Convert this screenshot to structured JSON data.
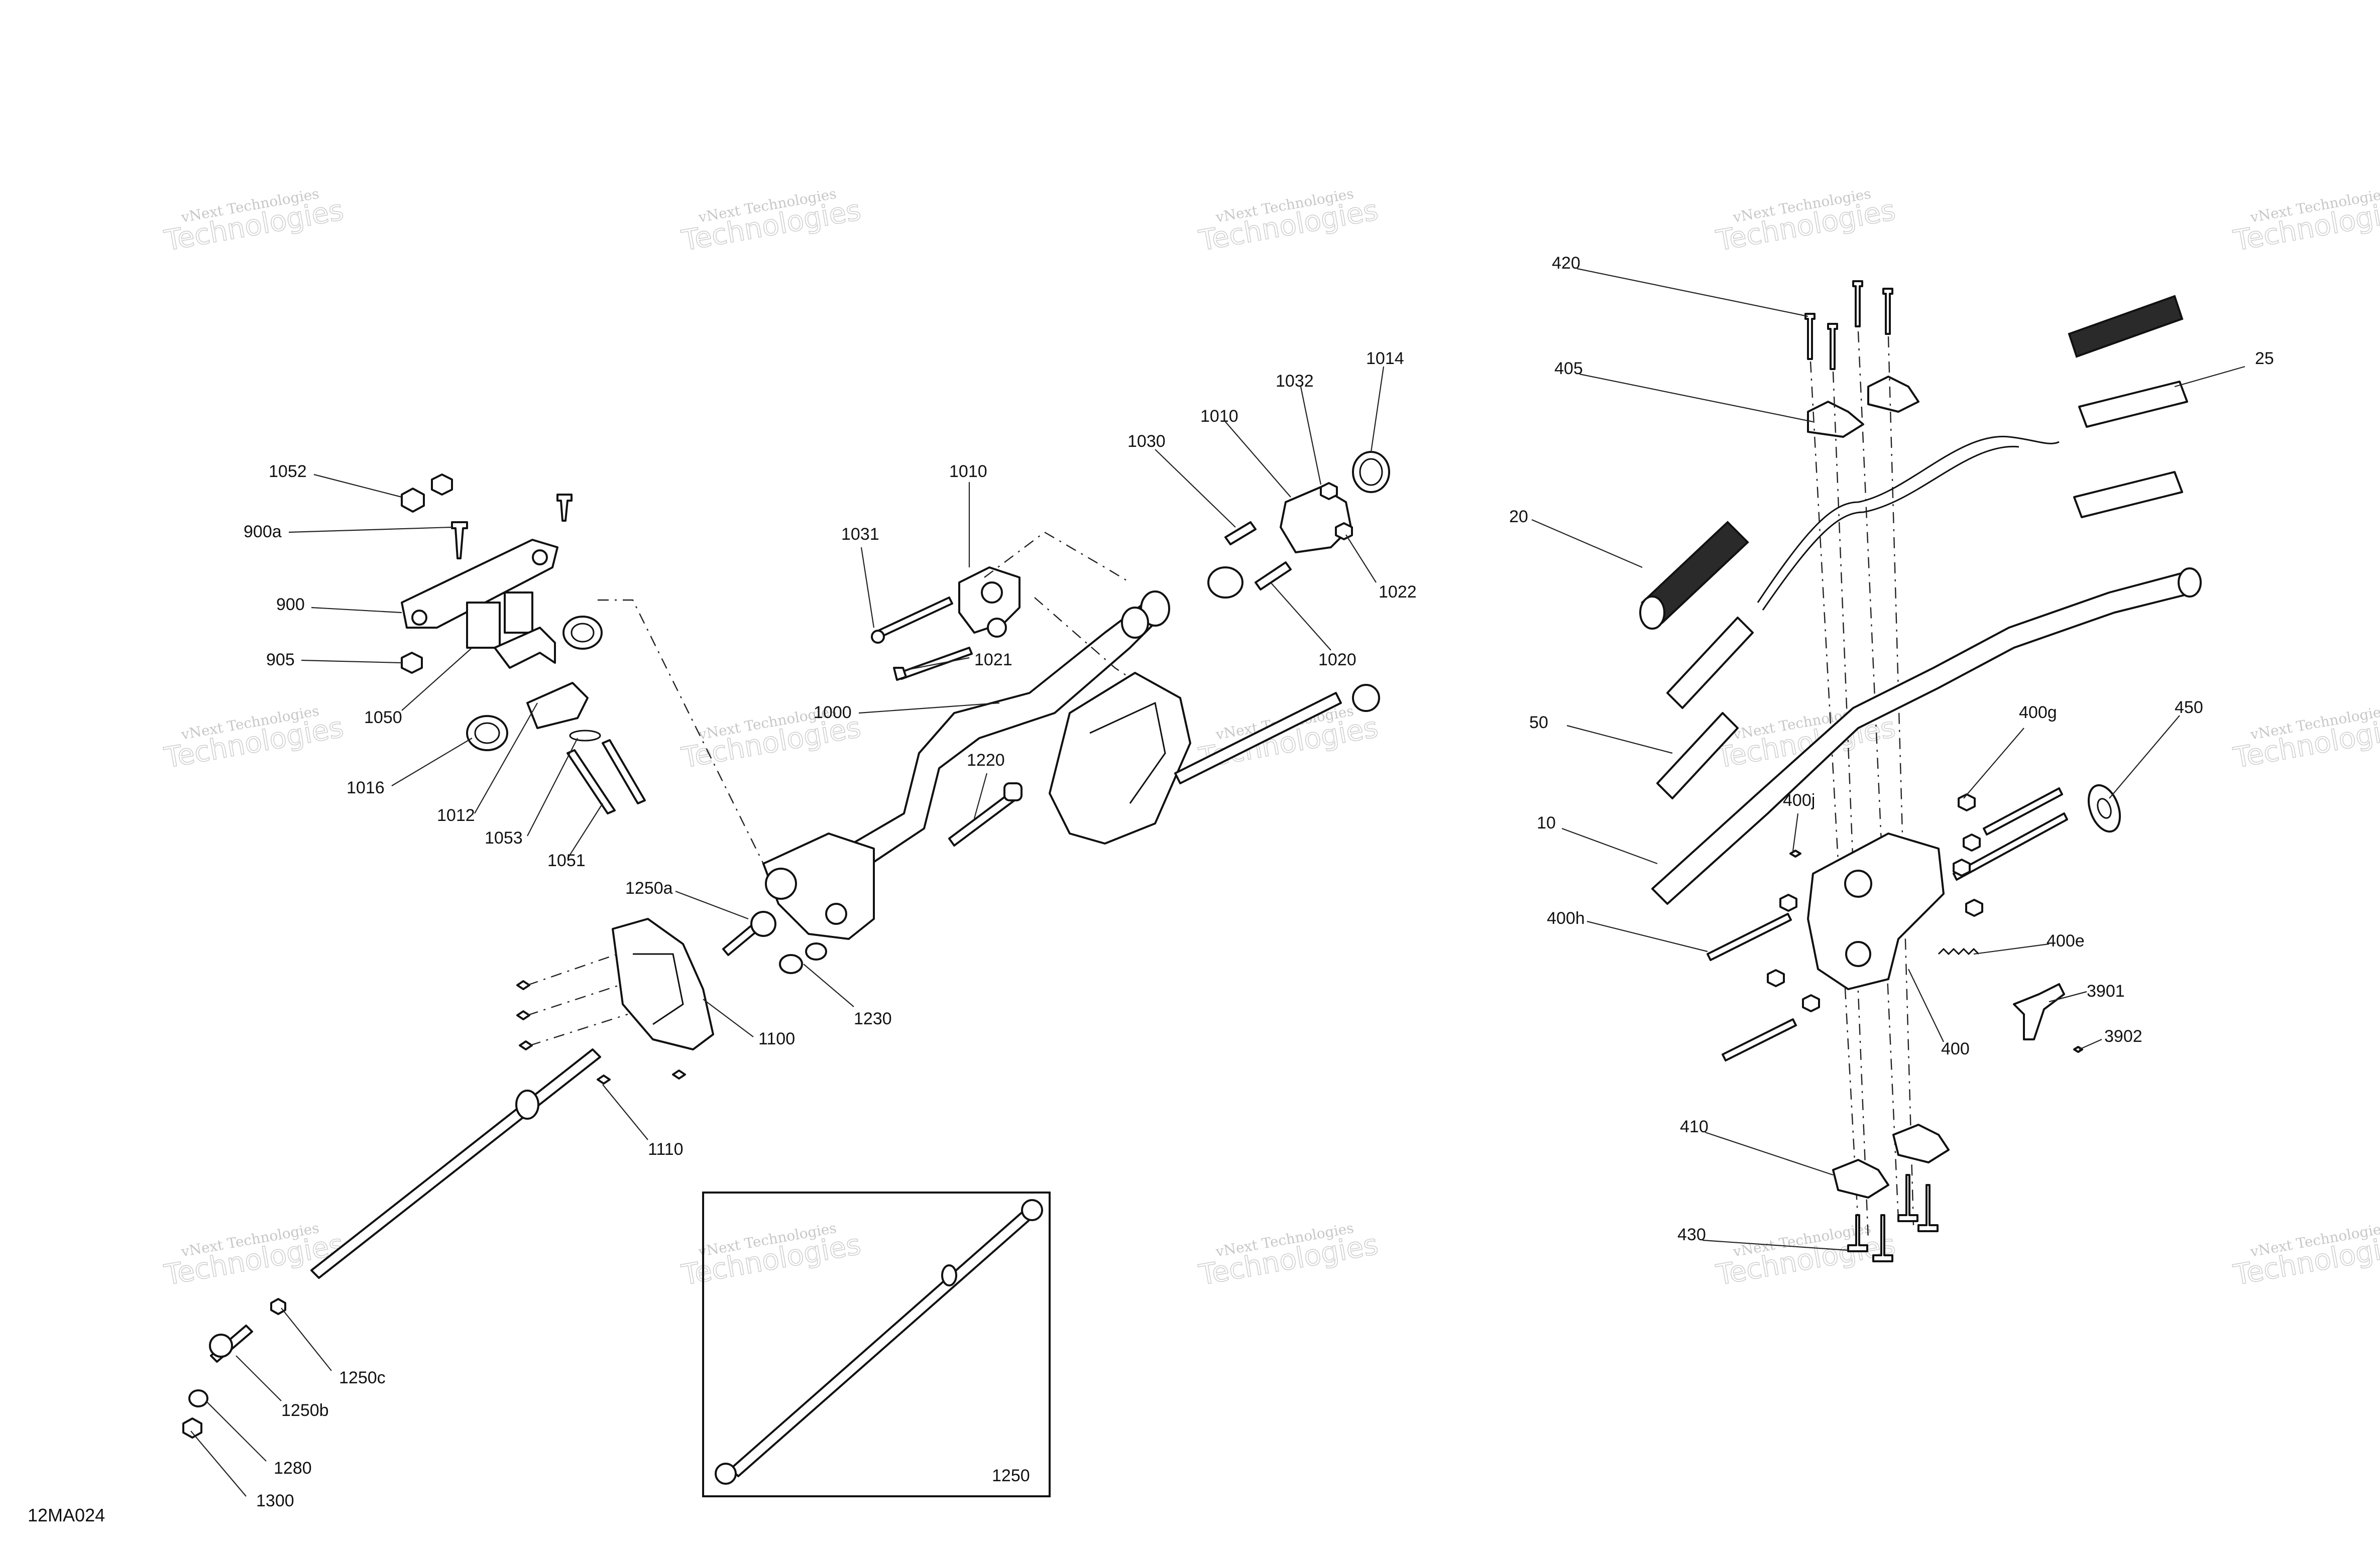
{
  "diagram": {
    "reference_code": "12MA024",
    "watermark_line1": "vNext Technologies",
    "watermark_line2": "Technologies",
    "watermark_sub": "vNext",
    "callouts": [
      "1052",
      "900a",
      "900",
      "905",
      "1050",
      "1016",
      "1012",
      "1053",
      "1051",
      "1010",
      "1031",
      "1021",
      "1000",
      "1220",
      "1250a",
      "1230",
      "1100",
      "1110",
      "1030",
      "1010",
      "1032",
      "1014",
      "1022",
      "1020",
      "1250c",
      "1250b",
      "1280",
      "1300",
      "1250",
      "420",
      "405",
      "20",
      "25",
      "50",
      "10",
      "400j",
      "400g",
      "450",
      "400h",
      "400e",
      "3901",
      "3902",
      "400",
      "410",
      "430"
    ]
  }
}
